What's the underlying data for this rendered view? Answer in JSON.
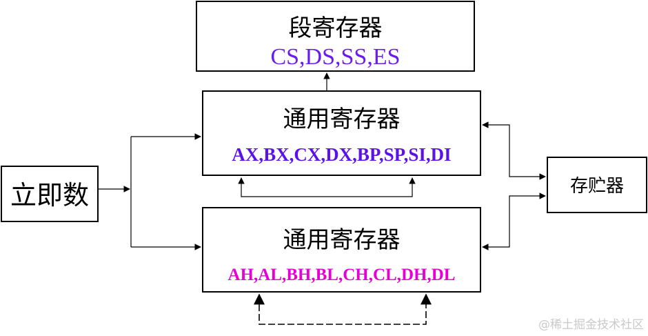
{
  "segment_registers": {
    "title": "段寄存器",
    "registers": "CS,DS,SS,ES",
    "color": "#6a1de8"
  },
  "general_registers_16": {
    "title": "通用寄存器",
    "registers": "AX,BX,CX,DX,BP,SP,SI,DI",
    "color": "#5b12e6"
  },
  "general_registers_8": {
    "title": "通用寄存器",
    "registers": "AH,AL,BH,BL,CH,CL,DH,DL",
    "color": "#e600d6"
  },
  "immediate": {
    "title": "立即数"
  },
  "memory": {
    "title": "存贮器"
  },
  "watermark": "@稀土掘金技术社区"
}
